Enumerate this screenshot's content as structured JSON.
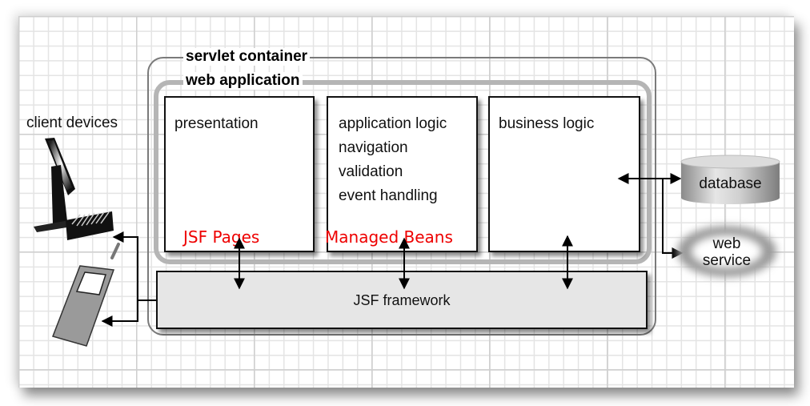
{
  "diagram": {
    "containers": {
      "servlet_container": "servlet container",
      "web_application": "web application"
    },
    "clients": {
      "label": "client devices",
      "devices": [
        "desktop computer",
        "mobile phone"
      ]
    },
    "tiers": [
      {
        "title": "presentation",
        "lines": [],
        "annotation": "JSF Pages"
      },
      {
        "title": "application logic",
        "lines": [
          "navigation",
          "validation",
          "event handling"
        ],
        "annotation": "Managed Beans"
      },
      {
        "title": "business logic",
        "lines": [],
        "annotation": ""
      }
    ],
    "framework": "JSF framework",
    "external": {
      "database": "database",
      "web_service_line1": "web",
      "web_service_line2": "service"
    },
    "colors": {
      "annotation": "#ee0000",
      "framework_fill": "#e6e6e6",
      "grid": "#e4e4e4"
    }
  }
}
